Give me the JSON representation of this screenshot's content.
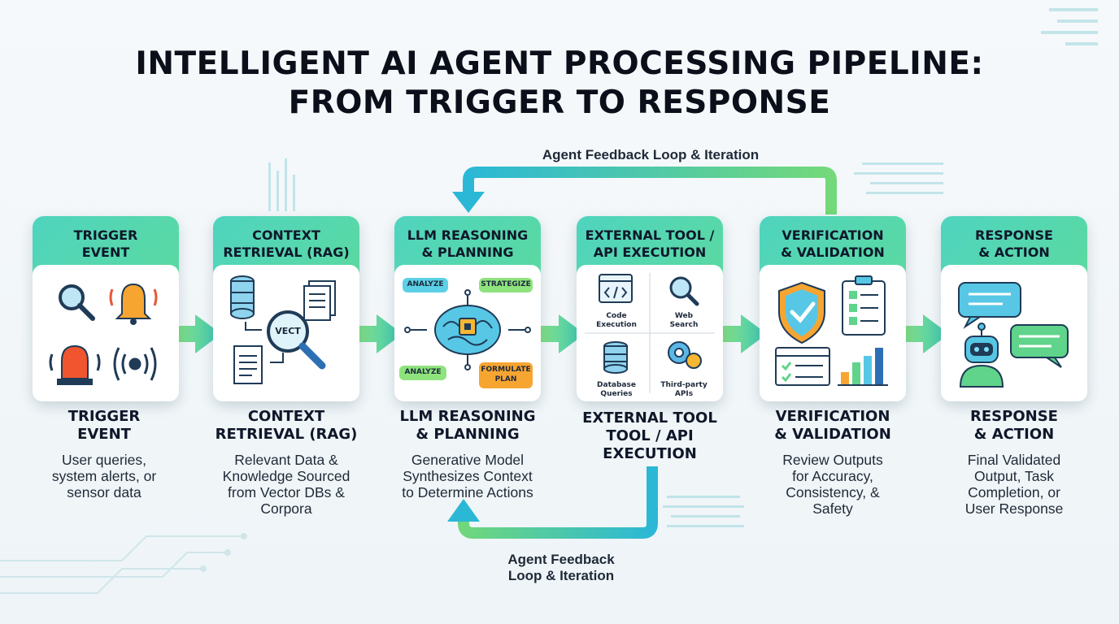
{
  "title": {
    "line1": "INTELLIGENT AI AGENT PROCESSING PIPELINE:",
    "line2": "FROM TRIGGER TO RESPONSE"
  },
  "feedback_top": "Agent Feedback Loop & Iteration",
  "feedback_bottom": {
    "line1": "Agent Feedback",
    "line2": "Loop & Iteration"
  },
  "stages": [
    {
      "card_title_1": "TRIGGER",
      "card_title_2": "EVENT",
      "label_1": "TRIGGER",
      "label_2": "EVENT",
      "desc": [
        "User queries,",
        "system alerts, or",
        "sensor data"
      ],
      "icons": [
        "magnifier-icon",
        "bell-icon",
        "alarm-light-icon",
        "signal-icon"
      ]
    },
    {
      "card_title_1": "CONTEXT",
      "card_title_2": "RETRIEVAL (RAG)",
      "label_1": "CONTEXT",
      "label_2": "RETRIEVAL (RAG)",
      "desc": [
        "Relevant Data &",
        "Knowledge Sourced",
        "from Vector DBs &",
        "Corpora"
      ],
      "icons": [
        "database-icon",
        "documents-icon",
        "magnifier-icon",
        "document-icon"
      ],
      "magnifier_text": "VECT"
    },
    {
      "card_title_1": "LLM REASONING",
      "card_title_2": "& PLANNING",
      "label_1": "LLM REASONING",
      "label_2": "& PLANNING",
      "desc": [
        "Generative Model",
        "Synthesizes Context",
        "to Determine Actions"
      ],
      "icons": [
        "brain-chip-icon"
      ],
      "tags": [
        "ANALYZE",
        "STRATEGIZE",
        "ANALYZE",
        "FORMULATE",
        "PLAN"
      ]
    },
    {
      "card_title_1": "EXTERNAL TOOL /",
      "card_title_2": "API EXECUTION",
      "label_1": "EXTERNAL TOOL",
      "label_2": "TOOL / API",
      "label_3": "EXECUTION",
      "desc": [],
      "icons": [
        "code-icon",
        "search-icon",
        "database-icon",
        "gear-api-icon"
      ],
      "tools": [
        "Code",
        "Execution",
        "Web",
        "Search",
        "Database",
        "Queries",
        "Third-party",
        "APIs"
      ]
    },
    {
      "card_title_1": "VERIFICATION",
      "card_title_2": "& VALIDATION",
      "label_1": "VERIFICATION",
      "label_2": "& VALIDATION",
      "desc": [
        "Review Outputs",
        "for Accuracy,",
        "Consistency, &",
        "Safety"
      ],
      "icons": [
        "shield-check-icon",
        "checklist-icon",
        "browser-check-icon",
        "bar-chart-icon"
      ]
    },
    {
      "card_title_1": "RESPONSE",
      "card_title_2": "& ACTION",
      "label_1": "RESPONSE",
      "label_2": "& ACTION",
      "desc": [
        "Final Validated",
        "Output, Task",
        "Completion, or",
        "User Response"
      ],
      "icons": [
        "chat-bubble-icon",
        "chat-bubble-icon",
        "robot-icon"
      ]
    }
  ],
  "colors": {
    "card_gradient_start": "#4fd4bf",
    "card_gradient_end": "#8de27c",
    "arrow_green": "#5fd48a",
    "loop_teal": "#2bbfd0",
    "loop_green": "#6ad77b"
  }
}
